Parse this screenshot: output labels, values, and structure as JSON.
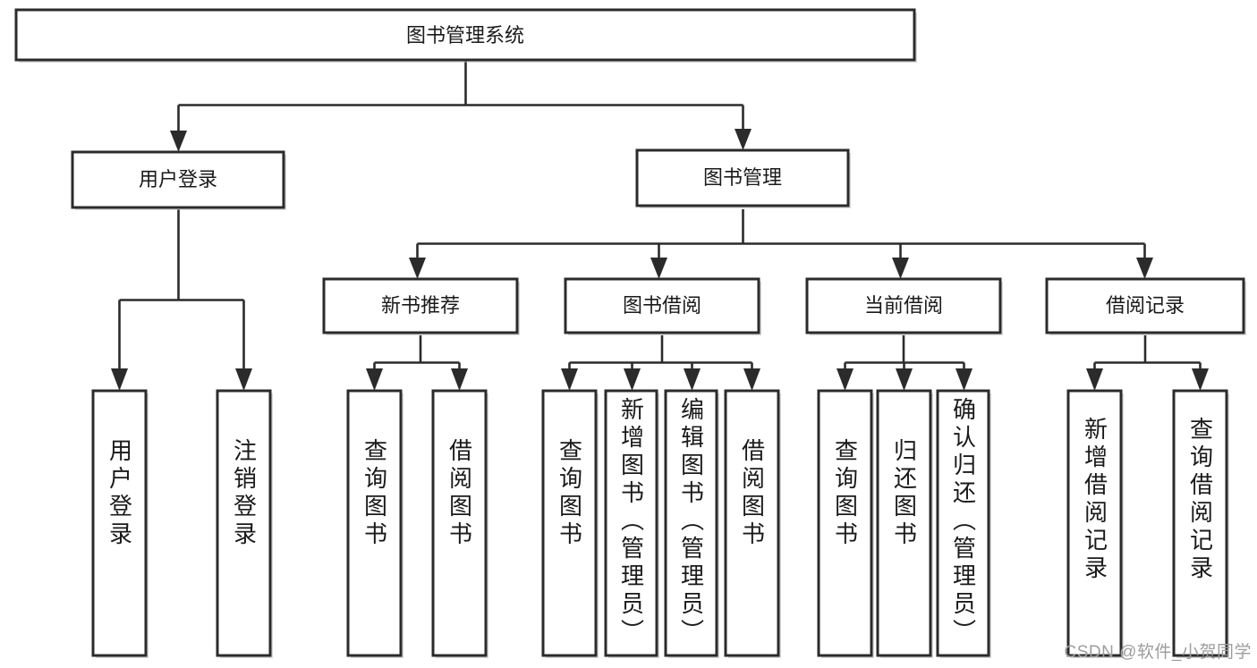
{
  "diagram": {
    "type": "tree-hierarchy-chart",
    "title": "图书管理系统",
    "watermark": "CSDN @软件_小贺同学",
    "colors": {
      "box_fill": "#ffffff",
      "box_stroke": "#2b2b2b",
      "connector": "#2b2b2b",
      "text": "#1a1a1a",
      "watermark": "#9d9d9d",
      "background": "#ffffff"
    },
    "root": {
      "label": "图书管理系统"
    },
    "level2": [
      {
        "label": "用户登录"
      },
      {
        "label": "图书管理"
      }
    ],
    "level3": [
      {
        "label": "新书推荐"
      },
      {
        "label": "图书借阅"
      },
      {
        "label": "当前借阅"
      },
      {
        "label": "借阅记录"
      }
    ],
    "leaves": {
      "user_login": [
        {
          "label": "用户登录"
        },
        {
          "label": "注销登录"
        }
      ],
      "new_book_recommend": [
        {
          "label": "查询图书"
        },
        {
          "label": "借阅图书"
        }
      ],
      "book_borrow": [
        {
          "label": "查询图书"
        },
        {
          "label": "新增图书（管理员）"
        },
        {
          "label": "编辑图书（管理员）"
        },
        {
          "label": "借阅图书"
        }
      ],
      "current_borrow": [
        {
          "label": "查询图书"
        },
        {
          "label": "归还图书"
        },
        {
          "label": "确认归还（管理员）"
        }
      ],
      "borrow_record": [
        {
          "label": "新增借阅记录"
        },
        {
          "label": "查询借阅记录"
        }
      ]
    }
  }
}
